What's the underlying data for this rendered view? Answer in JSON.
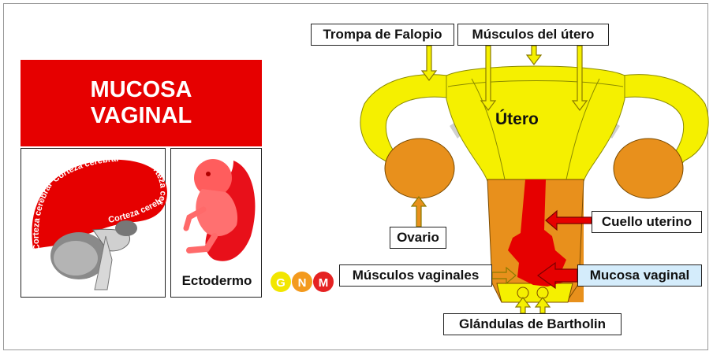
{
  "title": {
    "line1": "MUCOSA",
    "line2": "VAGINAL"
  },
  "brain_labels": [
    "Corteza cerebral",
    "Corteza cerebral",
    "Corteza cerebral",
    "Corteza cerebral"
  ],
  "embryo_label": "Ectodermo",
  "logo": {
    "g": "G",
    "n": "N",
    "m": "M"
  },
  "anatomy": {
    "trompa": "Trompa de Falopio",
    "musculos_utero": "Músculos del útero",
    "utero": "Útero",
    "ovario": "Ovario",
    "cuello": "Cuello uterino",
    "musculos_vaginales": "Músculos vaginales",
    "mucosa": "Mucosa vaginal",
    "bartholin": "Glándulas de Bartholin"
  },
  "colors": {
    "accent_red": "#e60000",
    "uterus_yellow": "#f5f000",
    "ovary_orange": "#e8901c",
    "highlight_blue": "#d4ecfb"
  }
}
